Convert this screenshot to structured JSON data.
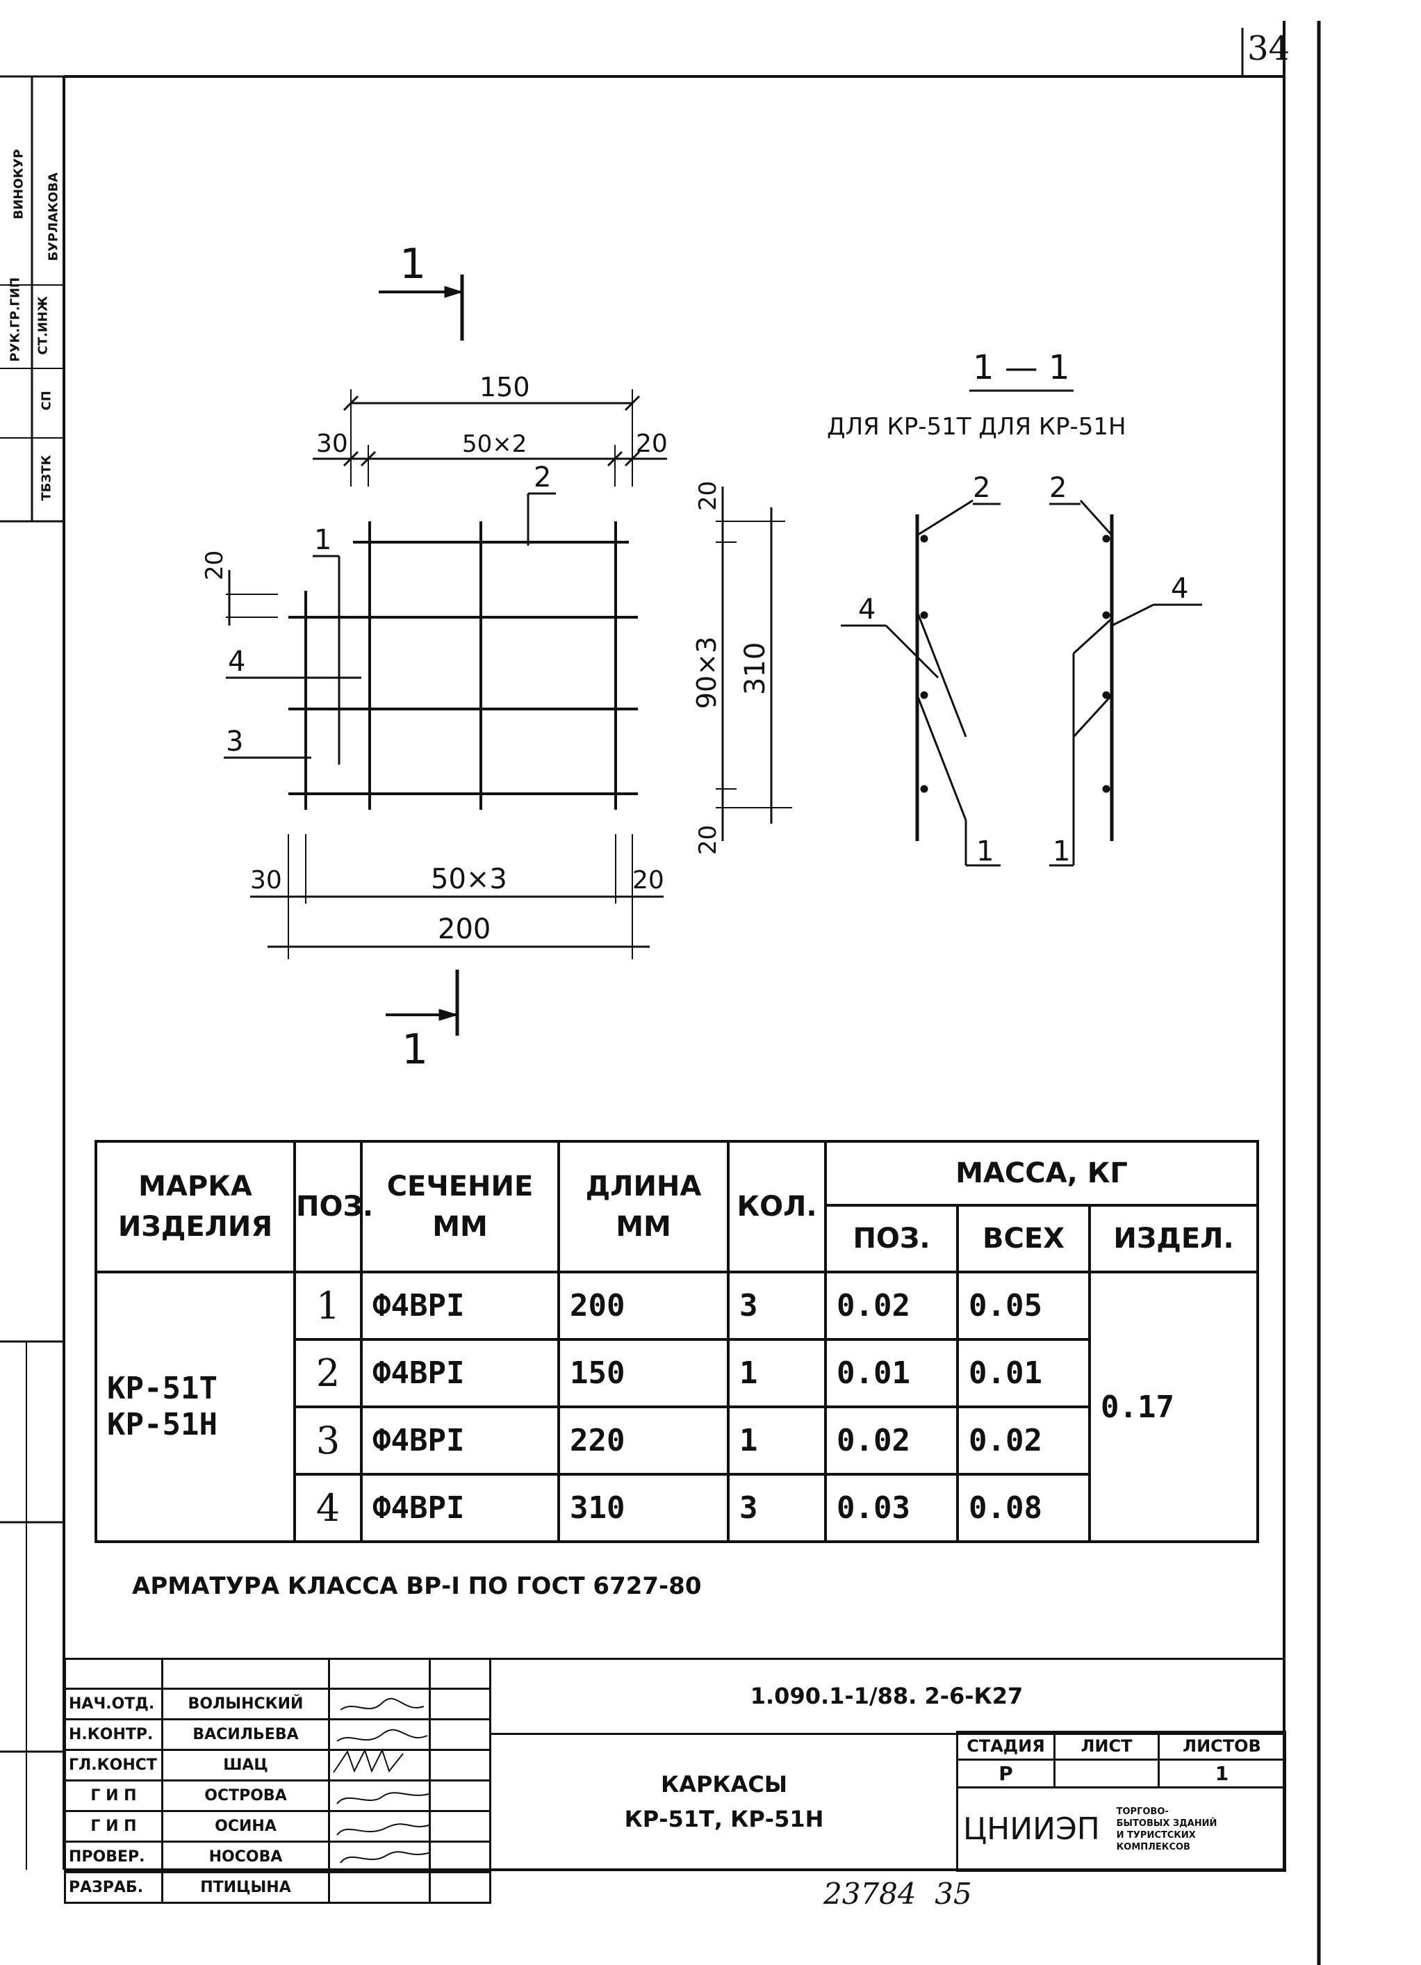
{
  "page_number": "34",
  "side_stamp": [
    "ГИП",
    "ВИНОКУР",
    "РУК.ГР.",
    "СТ.ИНЖ",
    "БУРЛАКОВА",
    "СП",
    "ТБЗТК"
  ],
  "drawing": {
    "section_mark_top": "1",
    "section_mark_bottom": "1",
    "dim_top_total": "150",
    "dim_top_left": "30",
    "dim_top_mid": "50×2",
    "dim_top_right": "20",
    "dim_bottom_left": "30",
    "dim_bottom_mid": "50×3",
    "dim_bottom_right": "20",
    "dim_bottom_total": "200",
    "dim_right_top": "20",
    "dim_right_mid": "90×3",
    "dim_right_total": "310",
    "dim_right_bottom": "20",
    "dim_left_top": "20",
    "pos1": "1",
    "pos2": "2",
    "pos3": "3",
    "pos4": "4",
    "section_title": "1 — 1",
    "section_sub": "ДЛЯ КР-51Т  ДЛЯ КР-51Н",
    "sec_pos2_left": "2",
    "sec_pos2_right": "2",
    "sec_pos4_left": "4",
    "sec_pos4_right": "4",
    "sec_pos1_left": "1",
    "sec_pos1_right": "1"
  },
  "spec_table": {
    "h_mark": "МАРКА ИЗДЕЛИЯ",
    "h_pos": "ПОЗ.",
    "h_section": "СЕЧЕНИЕ ММ",
    "h_length": "ДЛИНА ММ",
    "h_qty": "КОЛ.",
    "h_mass": "МАССА, КГ",
    "h_mass_pos": "ПОЗ.",
    "h_mass_all": "ВСЕХ",
    "h_mass_item": "ИЗДЕЛ.",
    "mark_line1": "КР-51Т",
    "mark_line2": "КР-51Н",
    "item_mass": "0.17",
    "rows": [
      {
        "pos": "1",
        "section": "Ф4ВРI",
        "length": "200",
        "qty": "3",
        "mass_pos": "0.02",
        "mass_all": "0.05"
      },
      {
        "pos": "2",
        "section": "Ф4ВРI",
        "length": "150",
        "qty": "1",
        "mass_pos": "0.01",
        "mass_all": "0.01"
      },
      {
        "pos": "3",
        "section": "Ф4ВРI",
        "length": "220",
        "qty": "1",
        "mass_pos": "0.02",
        "mass_all": "0.02"
      },
      {
        "pos": "4",
        "section": "Ф4ВРI",
        "length": "310",
        "qty": "3",
        "mass_pos": "0.03",
        "mass_all": "0.08"
      }
    ]
  },
  "note": "АРМАТУРА КЛАССА ВР-I ПО ГОСТ 6727-80",
  "title_block": {
    "people": [
      {
        "role": "НАЧ.ОТД.",
        "name": "ВОЛЫНСКИЙ"
      },
      {
        "role": "Н.КОНТР.",
        "name": "ВАСИЛЬЕВА"
      },
      {
        "role": "ГЛ.КОНСТ",
        "name": "ШАЦ"
      },
      {
        "role": "Г И П",
        "name": "ОСТРОВА"
      },
      {
        "role": "Г И П",
        "name": "ОСИНА"
      },
      {
        "role": "ПРОВЕР.",
        "name": "НОСОВА"
      },
      {
        "role": "РАЗРАБ.",
        "name": "ПТИЦЫНА"
      }
    ],
    "doc_code": "1.090.1-1/88. 2-6-К27",
    "doc_title_1": "КАРКАСЫ",
    "doc_title_2": "КР-51Т, КР-51Н",
    "stage_label": "СТАДИЯ",
    "sheet_label": "ЛИСТ",
    "sheets_label": "ЛИСТОВ",
    "stage_value": "Р",
    "sheet_value": "",
    "sheets_value": "1",
    "org_name": "ЦНИИЭП",
    "org_sub": "ТОРГОВО-БЫТОВЫХ ЗДАНИЙ И ТУРИСТСКИХ КОМПЛЕКСОВ"
  },
  "archive_number": "23784  35"
}
